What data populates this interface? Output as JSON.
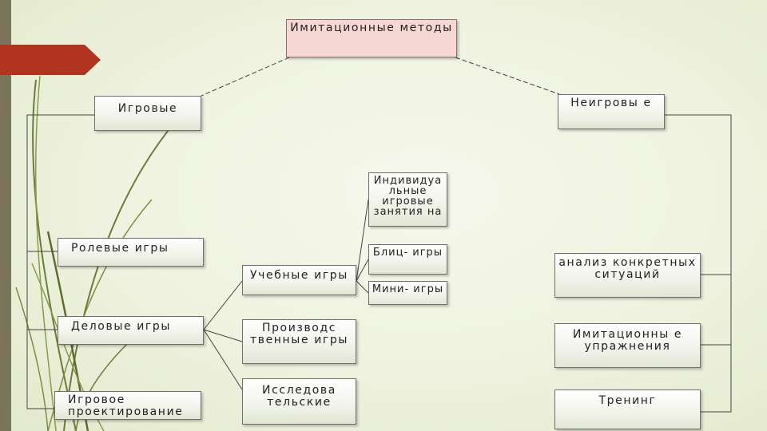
{
  "diagram": {
    "root": "Имитационные методы",
    "branch_game": "Игровые",
    "branch_nongame": "Неигровы е",
    "game_types": {
      "role": "Ролевые игры",
      "business": "Деловые игры",
      "design": "Игровое проектирование"
    },
    "business_subtypes": {
      "educational": "Учебные игры",
      "production": "Производс твенные игры",
      "research": "Исследова тельские"
    },
    "educational_subtypes": {
      "individual": "Индивидуа льные игровые занятия на",
      "blitz": "Блиц- игры",
      "mini": "Мини- игры"
    },
    "nongame_types": {
      "case": "анализ конкретных ситуаций",
      "exercise": "Имитационны е упражнения",
      "training": "Тренинг"
    }
  },
  "colors": {
    "root_fill": "#f7d7d3",
    "accent_red": "#b0341e",
    "side_bar": "#7a7458"
  }
}
